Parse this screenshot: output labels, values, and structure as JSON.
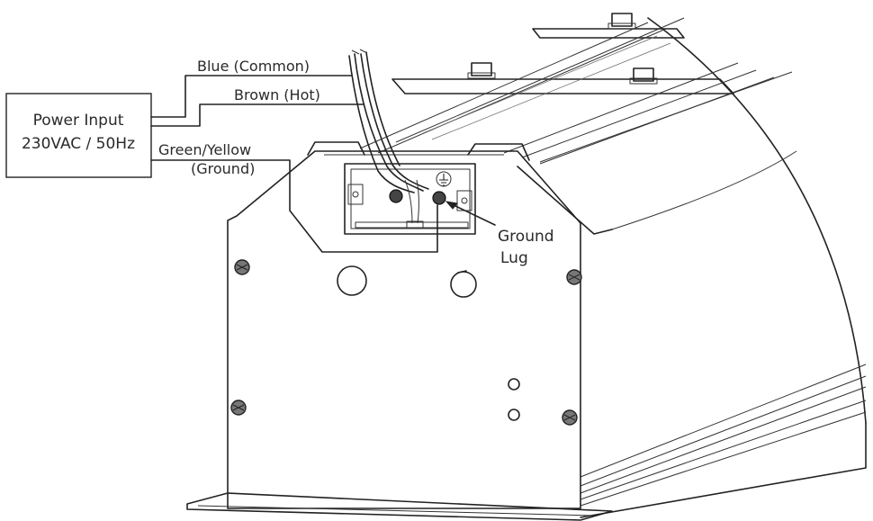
{
  "power_box": {
    "line1": "Power Input",
    "line2": "230VAC / 50Hz"
  },
  "wires": {
    "blue": "Blue (Common)",
    "brown": "Brown (Hot)",
    "green_yellow_1": "Green/Yellow",
    "green_yellow_2": "(Ground)"
  },
  "ground_lug": {
    "line1": "Ground",
    "line2": "Lug"
  },
  "colors": {
    "line": "#222222",
    "background": "#ffffff"
  }
}
